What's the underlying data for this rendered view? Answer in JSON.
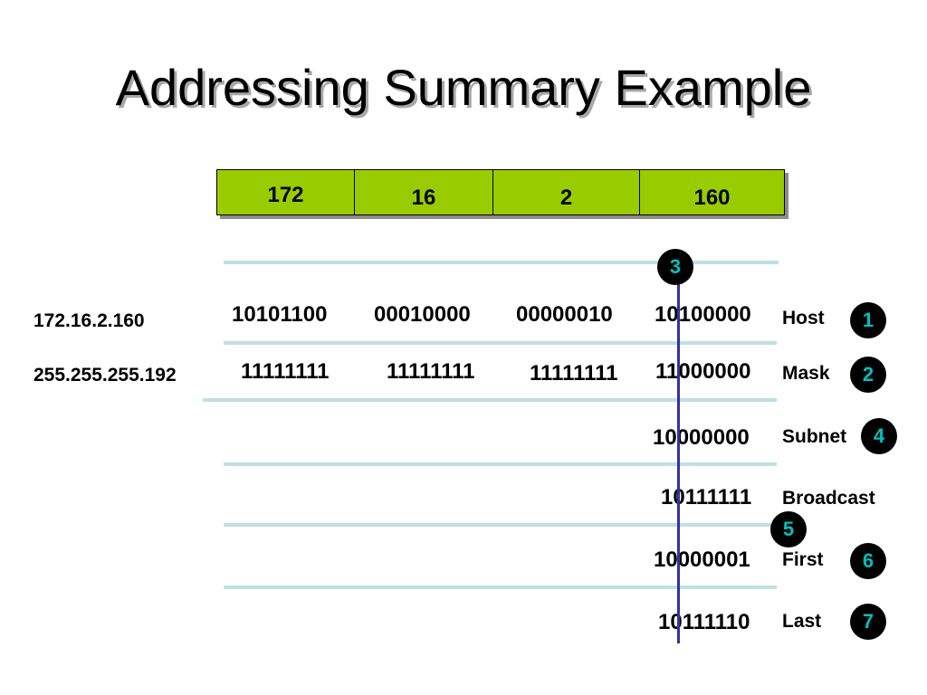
{
  "title": "Addressing Summary Example",
  "octets": [
    "172",
    "16",
    "2",
    "160"
  ],
  "host": {
    "dotted": "172.16.2.160",
    "bits": [
      "10101100",
      "00010000",
      "00000010",
      "10100000"
    ],
    "label": "Host",
    "badge": "1"
  },
  "mask": {
    "dotted": "255.255.255.192",
    "bits": [
      "11111111",
      "11111111",
      "11111111",
      "11000000"
    ],
    "label": "Mask",
    "badge": "2"
  },
  "boundary_badge": "3",
  "subnet": {
    "bits": "10000000",
    "label": "Subnet",
    "badge": "4"
  },
  "broadcast": {
    "bits": "10111111",
    "label": "Broadcast",
    "badge": "5"
  },
  "first": {
    "bits": "10000001",
    "label": "First",
    "badge": "6"
  },
  "last": {
    "bits": "10111110",
    "label": "Last",
    "badge": "7"
  },
  "colors": {
    "octet_fill": "#99cc00",
    "separator": "#bfdfe5",
    "boundary_line": "#333399",
    "badge_bg": "#000000",
    "badge_text": "#00c0c0"
  }
}
